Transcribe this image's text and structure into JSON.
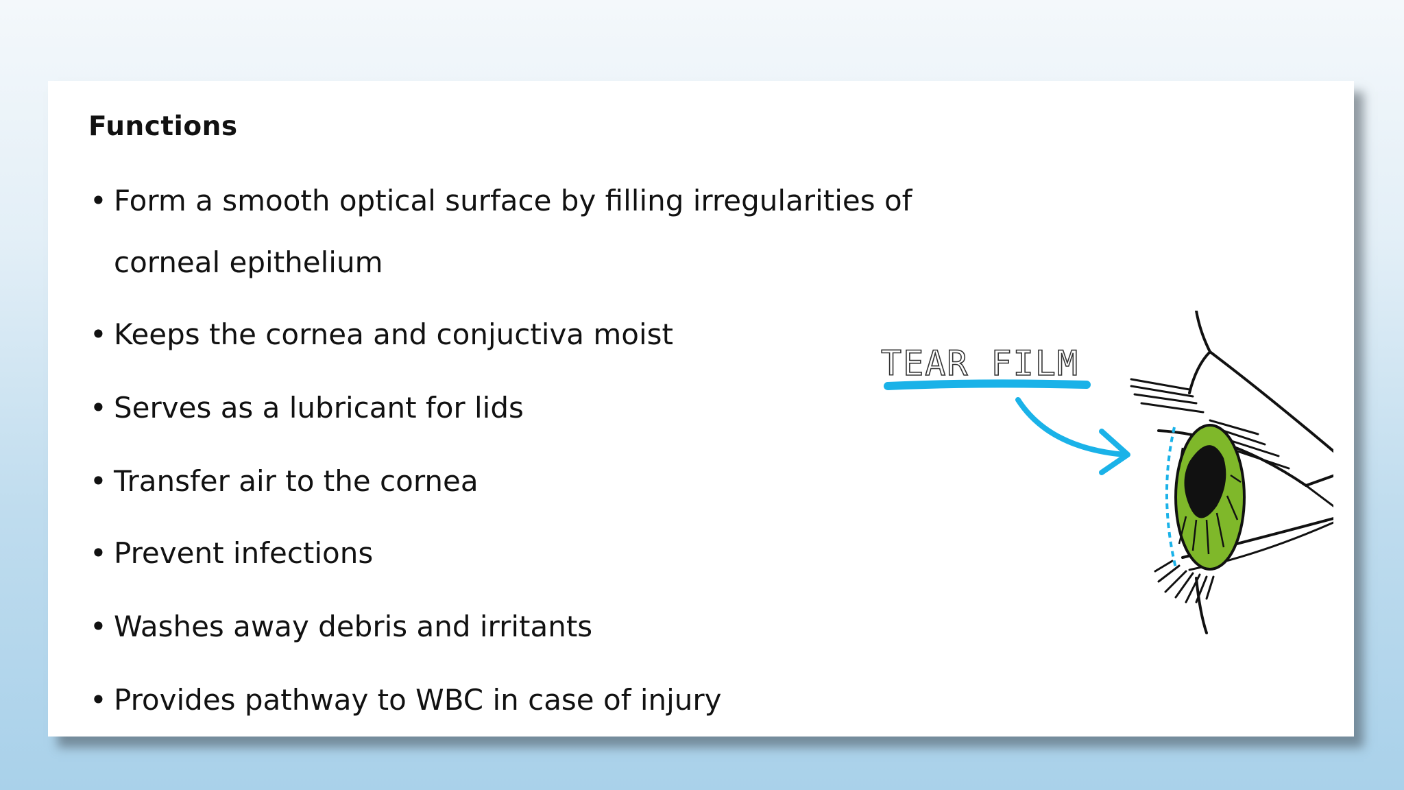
{
  "slide": {
    "title": "Functions",
    "bullets": [
      {
        "line1": "Form a smooth optical surface by filling irregularities of",
        "line2": "corneal epithelium"
      },
      {
        "line1": "Keeps the cornea and conjuctiva moist"
      },
      {
        "line1": "Serves as a lubricant for lids"
      },
      {
        "line1": "Transfer air to the cornea"
      },
      {
        "line1": "Prevent infections"
      },
      {
        "line1": "Washes away debris and irritants"
      },
      {
        "line1": "Provides pathway to WBC in case of injury"
      }
    ],
    "bullet_symbol": "•"
  },
  "illustration": {
    "label": "TEAR FILM",
    "colors": {
      "highlight": "#1ab2e8",
      "iris": "#7fb82a",
      "ink": "#111111"
    }
  }
}
